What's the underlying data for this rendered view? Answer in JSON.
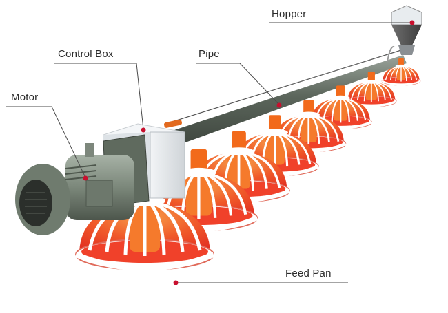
{
  "diagram": {
    "title": "Automatic poultry pan feeding line",
    "labels": {
      "hopper": "Hopper",
      "control_box": "Control Box",
      "pipe": "Pipe",
      "motor": "Motor",
      "feed_pan": "Feed Pan"
    },
    "components": [
      "hopper",
      "control-box",
      "pipe",
      "motor",
      "feed-pan"
    ],
    "feed_pan_count": 8,
    "colors": {
      "leader_line": "#4a4a4a",
      "marker_dot": "#c8102e",
      "pan_red": "#f0412a",
      "pan_orange": "#f26a1b",
      "pipe_gray": "#5f6b5f",
      "motor_gray": "#7d8a7c",
      "box_gray": "#e4e7ea"
    }
  }
}
